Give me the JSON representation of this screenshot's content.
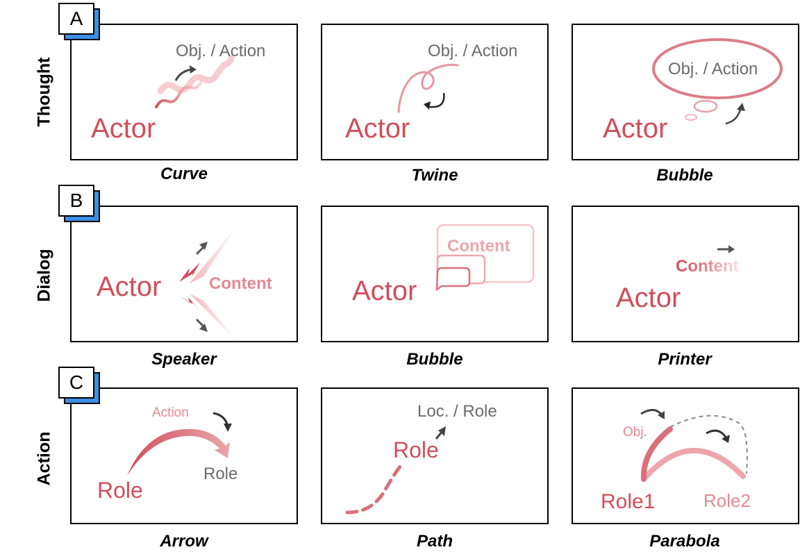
{
  "rows": [
    {
      "badge": "A",
      "label": "Thought"
    },
    {
      "badge": "B",
      "label": "Dialog"
    },
    {
      "badge": "C",
      "label": "Action"
    }
  ],
  "captions": {
    "thought": [
      "Curve",
      "Twine",
      "Bubble"
    ],
    "dialog": [
      "Speaker",
      "Bubble",
      "Printer"
    ],
    "action": [
      "Arrow",
      "Path",
      "Parabola"
    ]
  },
  "thought_panels": {
    "curve": {
      "actor": "Actor",
      "target": "Obj. / Action"
    },
    "twine": {
      "actor": "Actor",
      "target": "Obj. / Action"
    },
    "bubble": {
      "actor": "Actor",
      "target": "Obj. / Action"
    }
  },
  "dialog_panels": {
    "speaker": {
      "actor": "Actor",
      "content": "Content"
    },
    "bubble": {
      "actor": "Actor",
      "content": "Content"
    },
    "printer": {
      "actor": "Actor",
      "content": "Content"
    }
  },
  "action_panels": {
    "arrow": {
      "role": "Role",
      "action": "Action",
      "target": "Role"
    },
    "path": {
      "role": "Role",
      "target": "Loc. / Role"
    },
    "parabola": {
      "role1": "Role1",
      "role2": "Role2",
      "obj": "Obj."
    }
  },
  "colors": {
    "actor": "#cf4f5a",
    "light_pink": "#f2b8bd",
    "gray": "#6b6b6b",
    "badge_blue": "#3d8fe6"
  }
}
